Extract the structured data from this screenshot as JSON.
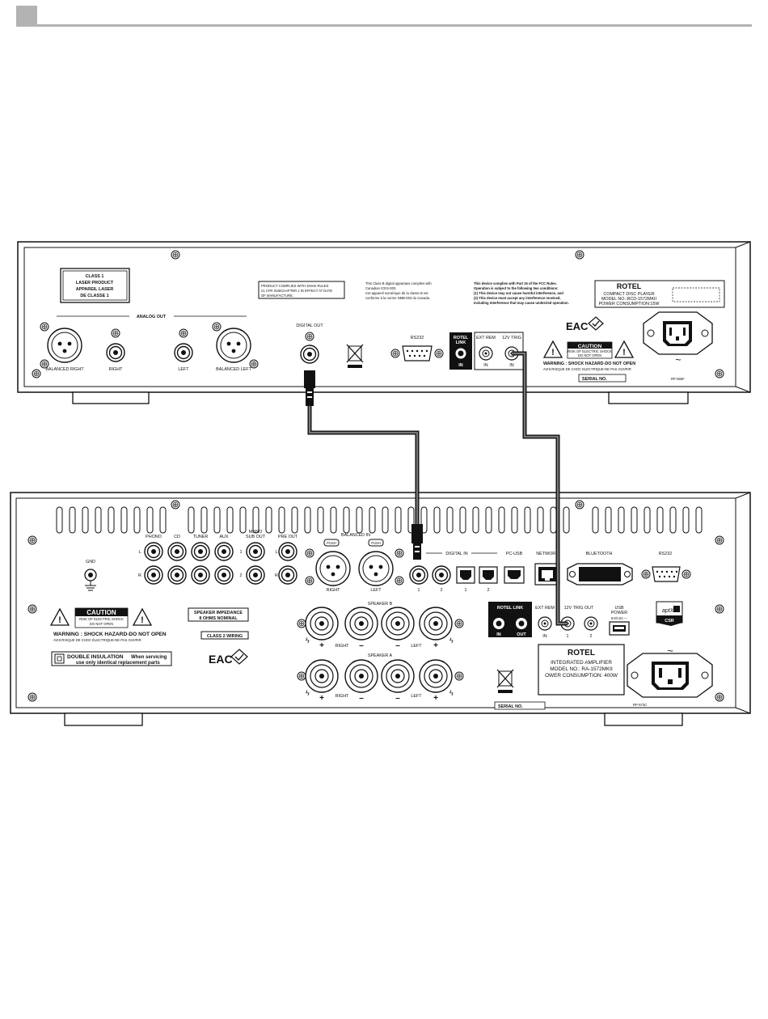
{
  "cd_player": {
    "laser_label": [
      "CLASS 1",
      "LASER PRODUCT",
      "APPAREIL LASER",
      "DE CLASSE 1"
    ],
    "analog_out": "ANALOG OUT",
    "balanced_right": "BALANCED RIGHT",
    "right": "RIGHT",
    "left": "LEFT",
    "balanced_left": "BALANCED LEFT",
    "digital_out": "DIGITAL OUT",
    "dhhs": [
      "PRODUCT COMPLIES WITH DHHS RULES",
      "21 CFR SUBCHAPTER J IN EFFECT AT DATE",
      "OF MANUFACTURE."
    ],
    "canada": [
      "This Class B digital apparatus complies with",
      "Canadian ICES-003.",
      "Cet appareil numérique de la classe B est",
      "conforme à la norme NMB-003 du Canada."
    ],
    "fcc": [
      "This device complies with Part 15 of the FCC Rules.",
      "Operation is subject to the following two conditions:",
      "(1) This device may not cause harmful interference, and",
      "(2) This device must accept any interference received,",
      "including interference that may cause undesired operation."
    ],
    "rs232": "RS232",
    "rotel_link": [
      "ROTEL",
      "LINK"
    ],
    "in": "IN",
    "ext_rem": "EXT REM",
    "trig_12v": "12V TRIG",
    "brand": "ROTEL",
    "product_lines": [
      "COMPACT DISC PLAYER",
      "MODEL NO.:RCD-1572MKII",
      "POWER CONSUMPTION:15W"
    ],
    "caution": "CAUTION",
    "caution_sub": [
      "RISK OF ELECTRIC SHOCK",
      "DO NOT OPEN"
    ],
    "warning": "WARNING : SHOCK HAZARD-DO NOT OPEN",
    "warning_fr": "AVIS:RISQUE DE CHOC ELECTRIQUE-NE PAS OUVRIR",
    "serial": "SERIAL NO.",
    "eac": "EAC",
    "code": "RP-565F"
  },
  "amplifier": {
    "gnd": "GND",
    "inputs": [
      "PHONO",
      "CD",
      "TUNER",
      "AUX"
    ],
    "mono_sub_out": [
      "MONO",
      "SUB OUT"
    ],
    "pre_out": "PRE OUT",
    "balanced_in": "BALANCED IN",
    "push": "PUSH",
    "right": "RIGHT",
    "left": "LEFT",
    "l": "L",
    "r": "R",
    "n1": "1",
    "n2": "2",
    "digital_in": "DIGITAL IN",
    "pc_usb": "PC-USB",
    "network": "NETWORK",
    "bluetooth": "BLUETOOTH",
    "rs232": "RS232",
    "caution": "CAUTION",
    "caution_sub": [
      "RISK OF ELECTRIC SHOCK",
      "DO NOT OPEN"
    ],
    "warning": "WARNING : SHOCK HAZARD-DO NOT OPEN",
    "warning_fr": "AVIS:RISQUE DE CHOC ÉLECTRIQUE-NE PAS OUVRIR",
    "double_insulation": "DOUBLE INSULATION",
    "when_servicing": "When servicing",
    "replacement": "use only identical replacement parts",
    "speaker_impedance": [
      "SPEAKER IMPEDANCE",
      "8 OHMS NOMINAL"
    ],
    "class2": "CLASS 2 WIRING",
    "eac": "EAC",
    "speaker_b": "SPEAKER B",
    "speaker_a": "SPEAKER A",
    "plus": "+",
    "minus": "–",
    "rotel_link": "ROTEL LINK",
    "in": "IN",
    "out": "OUT",
    "ext_rem": "EXT REM",
    "trig_out": "12V TRIG OUT",
    "usb_power": [
      "USB",
      "POWER"
    ],
    "usb_rating": "5V/0.5A ---",
    "aptx": "aptX",
    "csr": "CSR",
    "brand": "ROTEL",
    "product_lines": [
      "INTEGRATED AMPLIFIER",
      "MODEL NO.: RA-1572MKII",
      "OWER CONSUMPTION: 400W"
    ],
    "serial": "SERIAL NO.",
    "code": "RP-573C",
    "tilde": "~"
  }
}
